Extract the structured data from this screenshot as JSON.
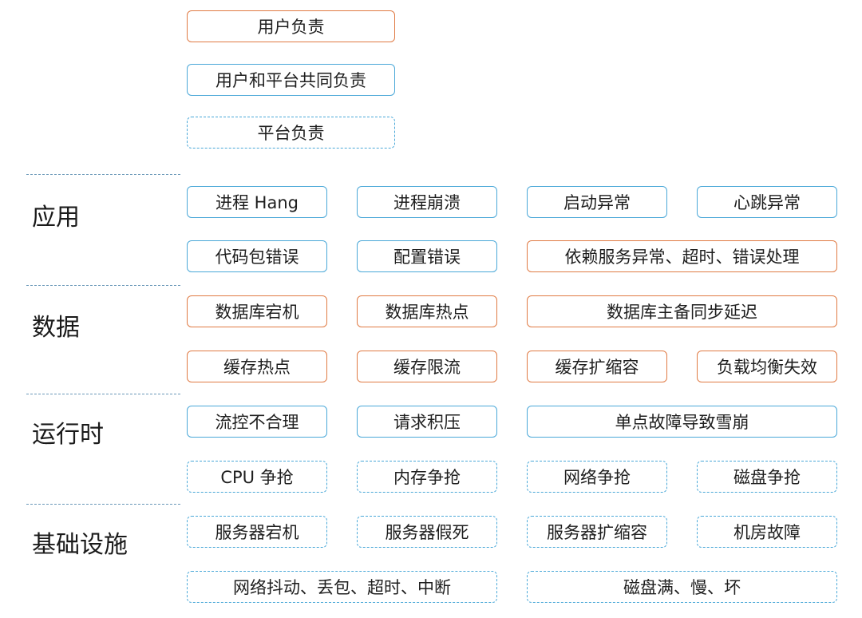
{
  "legend": {
    "user": "用户负责",
    "shared": "用户和平台共同负责",
    "platform": "平台负责"
  },
  "categories": {
    "app": "应用",
    "data": "数据",
    "runtime": "运行时",
    "infra": "基础设施"
  },
  "app": {
    "r1": [
      "进程 Hang",
      "进程崩溃",
      "启动异常",
      "心跳异常"
    ],
    "r2": [
      "代码包错误",
      "配置错误",
      "依赖服务异常、超时、错误处理"
    ]
  },
  "data": {
    "r1": [
      "数据库宕机",
      "数据库热点",
      "数据库主备同步延迟"
    ],
    "r2": [
      "缓存热点",
      "缓存限流",
      "缓存扩缩容",
      "负载均衡失效"
    ]
  },
  "runtime": {
    "r1": [
      "流控不合理",
      "请求积压",
      "单点故障导致雪崩"
    ],
    "r2": [
      "CPU 争抢",
      "内存争抢",
      "网络争抢",
      "磁盘争抢"
    ]
  },
  "infra": {
    "r1": [
      "服务器宕机",
      "服务器假死",
      "服务器扩缩容",
      "机房故障"
    ],
    "r2": [
      "网络抖动、丢包、超时、中断",
      "磁盘满、慢、坏"
    ]
  },
  "colors": {
    "user_border": "#e07b44",
    "shared_border": "#4aa8d8",
    "platform_border": "#4aa8d8",
    "separator": "#6a98b8"
  }
}
